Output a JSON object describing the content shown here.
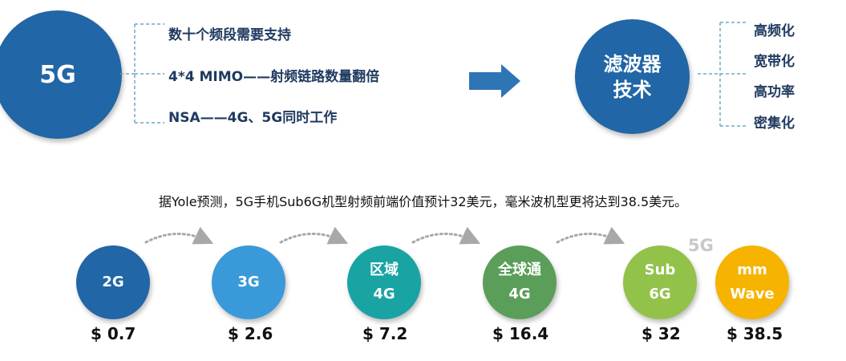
{
  "top": {
    "source_circle": "5G",
    "requirements": [
      "数十个频段需要支持",
      "4*4 MIMO——射频链路数量翻倍",
      "NSA——4G、5G同时工作"
    ],
    "target_circle": [
      "滤波器",
      "技术"
    ],
    "features": [
      "高频化",
      "宽带化",
      "高功率",
      "密集化"
    ]
  },
  "note": "据Yole预测，5G手机Sub6G机型射频前端价值预计32美元，毫米波机型更将达到38.5美元。",
  "generations": [
    {
      "label": [
        "2G"
      ],
      "price": "$ 0.7",
      "color": "#2166a6"
    },
    {
      "label": [
        "3G"
      ],
      "price": "$ 2.6",
      "color": "#3a9ad9"
    },
    {
      "label": [
        "区域",
        "4G"
      ],
      "price": "$ 7.2",
      "color": "#1aa3a3"
    },
    {
      "label": [
        "全球通",
        "4G"
      ],
      "price": "$ 16.4",
      "color": "#5a9e5a"
    },
    {
      "label": [
        "Sub",
        "6G"
      ],
      "price": "$ 32",
      "color": "#92c24a"
    },
    {
      "label": [
        "mm",
        "Wave"
      ],
      "price": "$ 38.5",
      "color": "#f6b300"
    }
  ],
  "group_label": "5G"
}
